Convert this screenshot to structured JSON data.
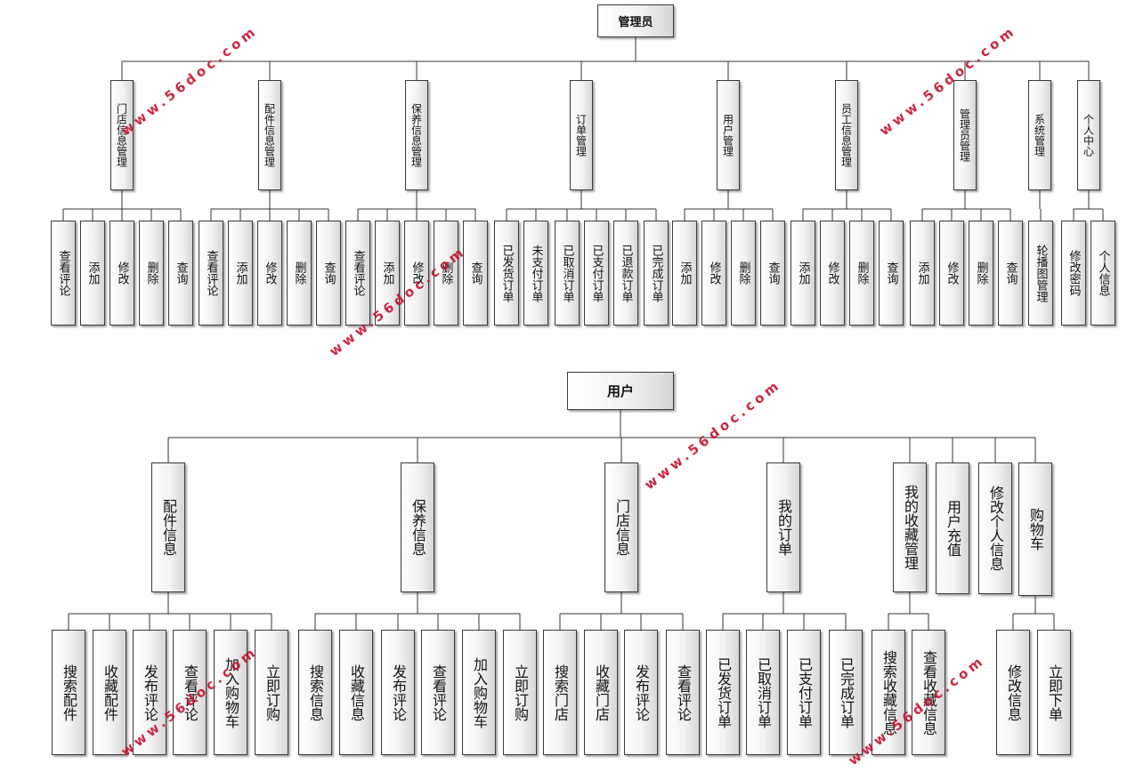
{
  "admin": {
    "root": "管理员",
    "groups": [
      {
        "label": "门店信息管理",
        "children": [
          "查看评论",
          "添加",
          "修改",
          "删除",
          "查询"
        ]
      },
      {
        "label": "配件信息管理",
        "children": [
          "查看评论",
          "添加",
          "修改",
          "删除",
          "查询"
        ]
      },
      {
        "label": "保养信息管理",
        "children": [
          "查看评论",
          "添加",
          "修改",
          "删除",
          "查询"
        ]
      },
      {
        "label": "订单管理",
        "children": [
          "已发货订单",
          "未支付订单",
          "已取消订单",
          "已支付订单",
          "已退款订单",
          "已完成订单"
        ]
      },
      {
        "label": "用户管理",
        "children": [
          "添加",
          "修改",
          "删除",
          "查询"
        ]
      },
      {
        "label": "员工信息管理",
        "children": [
          "添加",
          "修改",
          "删除",
          "查询"
        ]
      },
      {
        "label": "管理员管理",
        "children": [
          "添加",
          "修改",
          "删除",
          "查询"
        ]
      },
      {
        "label": "系统管理",
        "children": [
          "轮播图管理"
        ]
      },
      {
        "label": "个人中心",
        "children": [
          "修改密码",
          "个人信息"
        ]
      }
    ]
  },
  "user": {
    "root": "用户",
    "groups": [
      {
        "label": "配件信息",
        "children": [
          "搜索配件",
          "收藏配件",
          "发布评论",
          "查看评论",
          "加入购物车",
          "立即订购"
        ]
      },
      {
        "label": "保养信息",
        "children": [
          "搜索信息",
          "收藏信息",
          "发布评论",
          "查看评论",
          "加入购物车",
          "立即订购"
        ]
      },
      {
        "label": "门店信息",
        "children": [
          "搜索门店",
          "收藏门店",
          "发布评论",
          "查看评论"
        ]
      },
      {
        "label": "我的订单",
        "children": [
          "已发货订单",
          "已取消订单",
          "已支付订单",
          "已完成订单"
        ]
      },
      {
        "label": "我的收藏管理",
        "children": [
          "搜索收藏信息",
          "查看收藏信息"
        ]
      },
      {
        "label": "用户充值",
        "children": []
      },
      {
        "label": "修改个人信息",
        "children": []
      },
      {
        "label": "购物车",
        "children": [
          "修改信息",
          "立即下单"
        ]
      }
    ]
  },
  "watermark": {
    "text": "www.56doc.com",
    "color": "#c8102e"
  }
}
